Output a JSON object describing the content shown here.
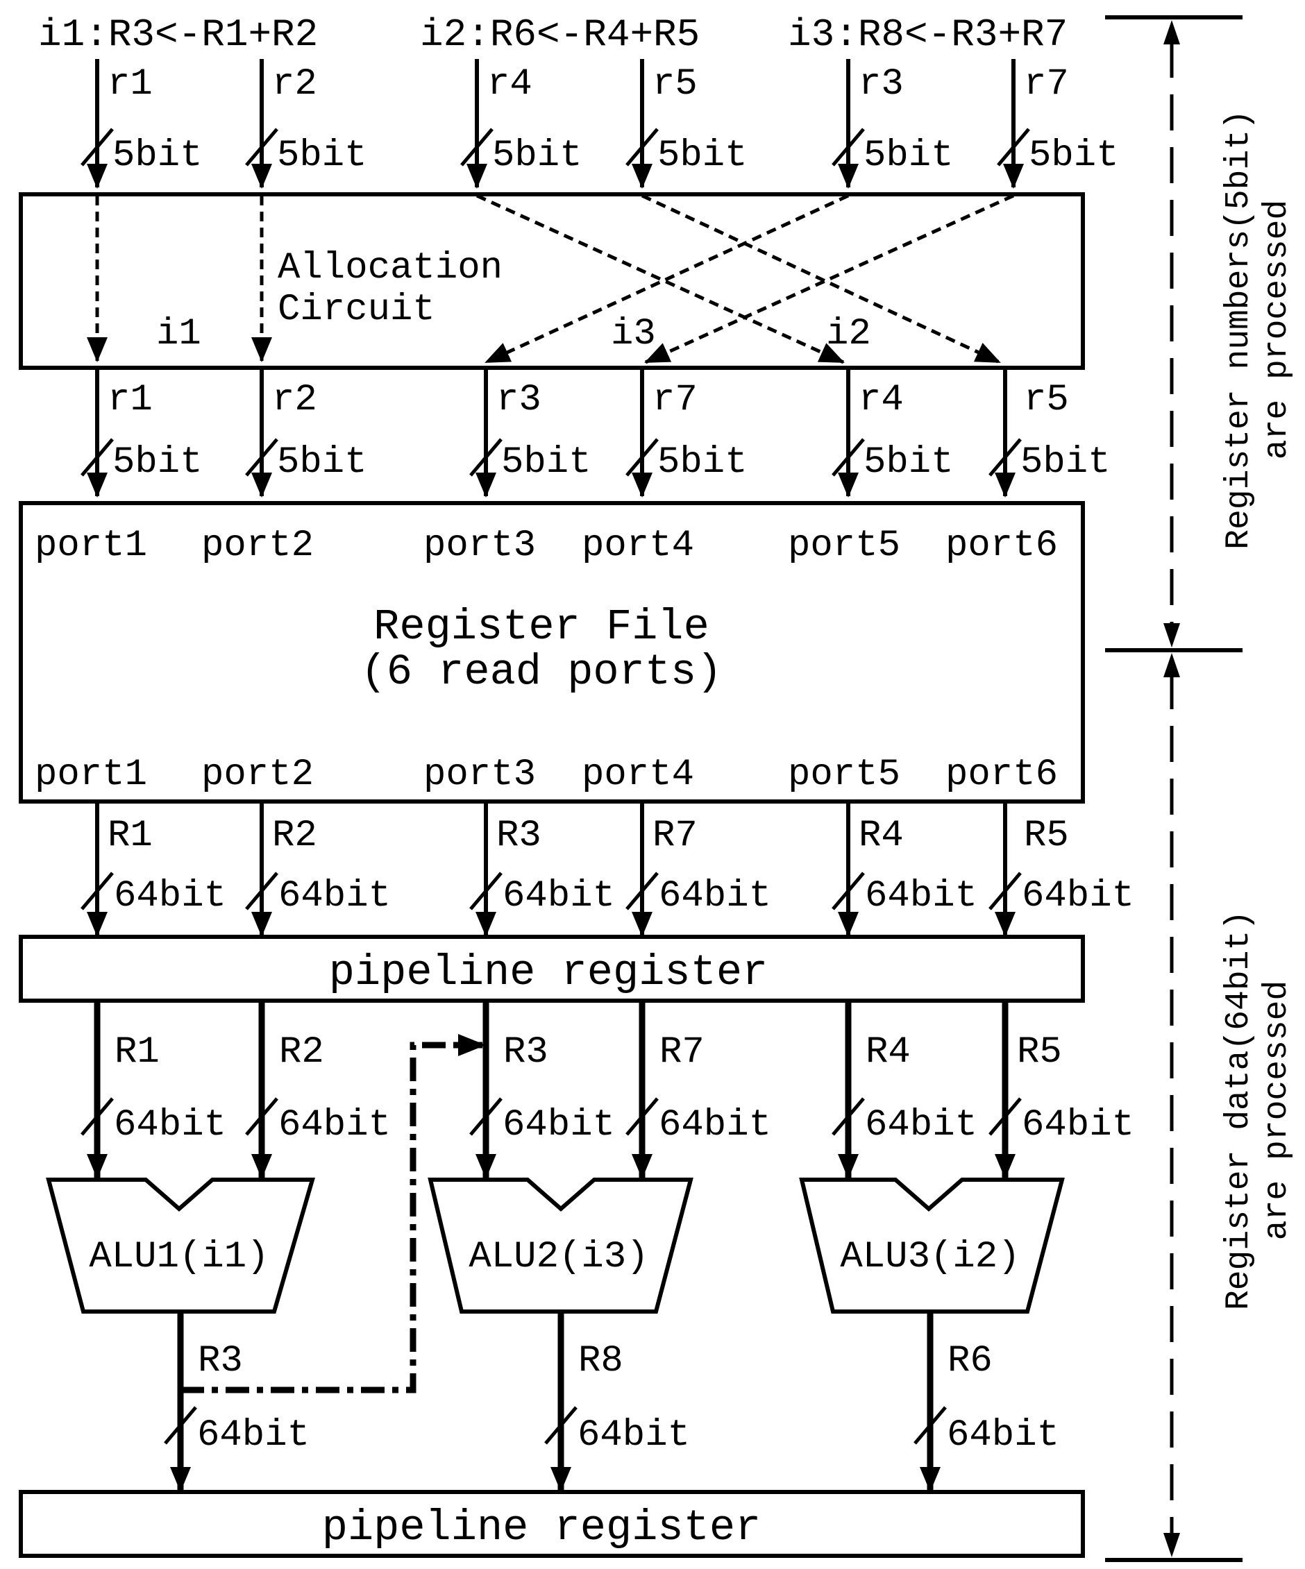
{
  "instructions": [
    "i1:R3<-R1+R2",
    "i2:R6<-R4+R5",
    "i3:R8<-R3+R7"
  ],
  "input_regs": [
    "r1",
    "r2",
    "r4",
    "r5",
    "r3",
    "r7"
  ],
  "width_5": "5bit",
  "width_64": "64bit",
  "allocation": {
    "title_line1": "Allocation",
    "title_line2": "Circuit",
    "group_labels": [
      "i1",
      "i3",
      "i2"
    ]
  },
  "allocated_regs": [
    "r1",
    "r2",
    "r3",
    "r7",
    "r4",
    "r5"
  ],
  "register_file": {
    "title_line1": "Register File",
    "title_line2": "(6 read ports)",
    "ports": [
      "port1",
      "port2",
      "port3",
      "port4",
      "port5",
      "port6"
    ]
  },
  "read_data": [
    "R1",
    "R2",
    "R3",
    "R7",
    "R4",
    "R5"
  ],
  "pipeline_register_label": "pipeline register",
  "alus": [
    "ALU1(i1)",
    "ALU2(i3)",
    "ALU3(i2)"
  ],
  "alu_outputs": [
    "R3",
    "R8",
    "R6"
  ],
  "side": {
    "top_line1": "Register numbers(5bit)",
    "top_line2": "are processed",
    "bottom_line1": "Register data(64bit)",
    "bottom_line2": "are processed"
  }
}
